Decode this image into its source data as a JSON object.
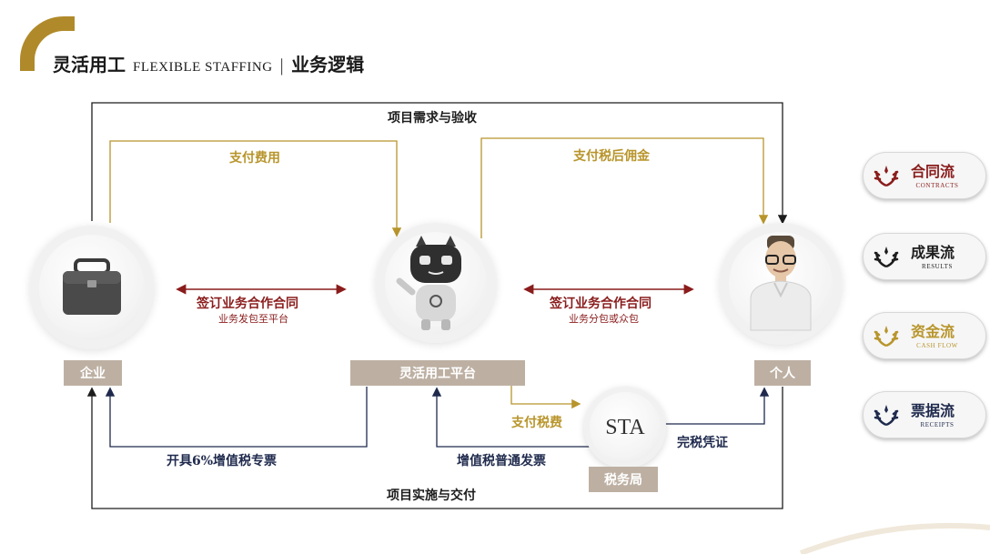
{
  "header": {
    "title_cn": "灵活用工",
    "title_en": "FLEXIBLE STAFFING",
    "separator": "|",
    "subtitle": "业务逻辑"
  },
  "nodes": {
    "enterprise": "企业",
    "platform": "灵活用工平台",
    "individual": "个人",
    "tax_bureau": "税务局",
    "tax_logo": "STA"
  },
  "flows": {
    "project_demand": "项目需求与验收",
    "pay_fee": "支付费用",
    "pay_commission": "支付税后佣金",
    "contract_left": "签订业务合作合同",
    "contract_left_sub": "业务发包至平台",
    "contract_right": "签订业务合作合同",
    "contract_right_sub": "业务分包或众包",
    "pay_tax": "支付税费",
    "tax_certificate": "完税凭证",
    "special_invoice": "开具6%增值税专票",
    "normal_invoice": "增值税普通发票",
    "project_delivery": "项目实施与交付"
  },
  "legend": [
    {
      "cn": "合同流",
      "en": "CONTRACTS",
      "color": "#8a1c1c",
      "icon": "laurel-icon"
    },
    {
      "cn": "成果流",
      "en": "RESULTS",
      "color": "#1d1d1d",
      "icon": "laurel-icon"
    },
    {
      "cn": "资金流",
      "en": "CASH FLOW",
      "color": "#b8952c",
      "icon": "laurel-icon"
    },
    {
      "cn": "票据流",
      "en": "RECEIPTS",
      "color": "#1f2a4d",
      "icon": "laurel-icon"
    }
  ],
  "colors": {
    "gold": "#b8952c",
    "red": "#8a1c1c",
    "dark": "#1d1d1d",
    "navy": "#1f2a4d",
    "tag": "#bdb0a3"
  }
}
